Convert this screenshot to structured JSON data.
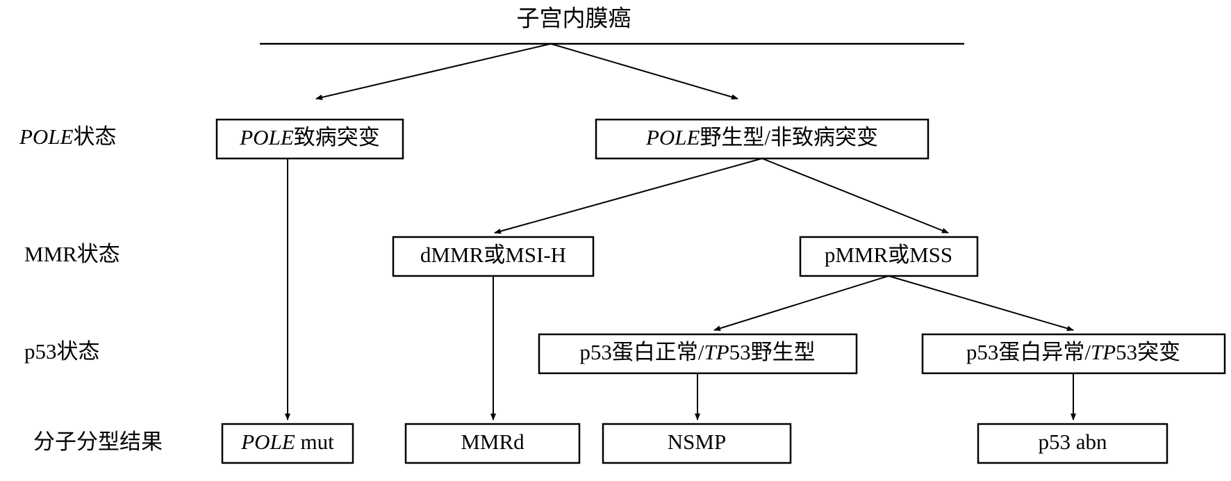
{
  "diagram": {
    "title": "子宫内膜癌",
    "row_labels": [
      {
        "id": "pole-status",
        "label_italic": "POLE",
        "label_rest": "状态"
      },
      {
        "id": "mmr-status",
        "label_italic": "",
        "label_rest": "MMR状态"
      },
      {
        "id": "p53-status",
        "label_italic": "",
        "label_rest": "p53状态"
      },
      {
        "id": "classification-result",
        "label_italic": "",
        "label_rest": "分子分型结果"
      }
    ],
    "nodes": {
      "pole_pathogenic": {
        "italic": "POLE",
        "rest": "致病突变"
      },
      "pole_wildtype": {
        "italic": "POLE",
        "rest": "野生型/非致病突变"
      },
      "dmmr": {
        "italic": "",
        "rest": "dMMR或MSI-H"
      },
      "pmmr": {
        "italic": "",
        "rest": "pMMR或MSS"
      },
      "p53_normal": {
        "pre": "p53蛋白正常/",
        "italic": "TP",
        "post": "53野生型"
      },
      "p53_abnormal": {
        "pre": "p53蛋白异常/",
        "italic": "TP",
        "post": "53突变"
      },
      "result_pole": {
        "italic": "POLE",
        "rest": " mut"
      },
      "result_mmrd": {
        "italic": "",
        "rest": "MMRd"
      },
      "result_nsmp": {
        "italic": "",
        "rest": "NSMP"
      },
      "result_p53abn": {
        "italic": "",
        "rest": "p53 abn"
      }
    },
    "colors": {
      "stroke": "#000000",
      "fill": "#ffffff",
      "text": "#000000"
    }
  }
}
